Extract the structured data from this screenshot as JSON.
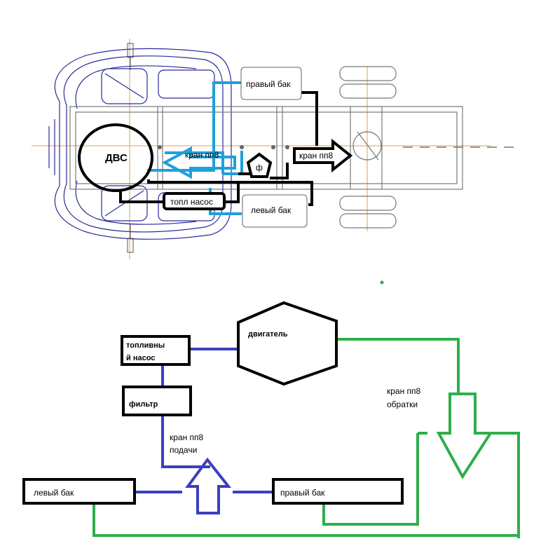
{
  "top_diagram": {
    "engine": "ДВС",
    "crane_left": "кран пп8",
    "crane_right": "кран пп8",
    "right_tank": "правый бак",
    "left_tank": "левый бак",
    "fuel_pump": "топл насос",
    "filter": "ф"
  },
  "bottom_diagram": {
    "fuel_pump_line1": "топливны",
    "fuel_pump_line2": "й насос",
    "engine": "двигатель",
    "filter": "фильтр",
    "supply_crane_line1": "кран пп8",
    "supply_crane_line2": "подачи",
    "return_crane_line1": "кран пп8",
    "return_crane_line2": "обратки",
    "left_tank": "левый бак",
    "right_tank": "правый бак"
  },
  "colors": {
    "supply_line_top": "#1ea0dc",
    "supply_line_bottom": "#3a3fc0",
    "return_line": "#2fae4a",
    "fuel_line": "#000000",
    "chassis_outline": "#2a2a9a",
    "axis_line": "#d9a050"
  }
}
